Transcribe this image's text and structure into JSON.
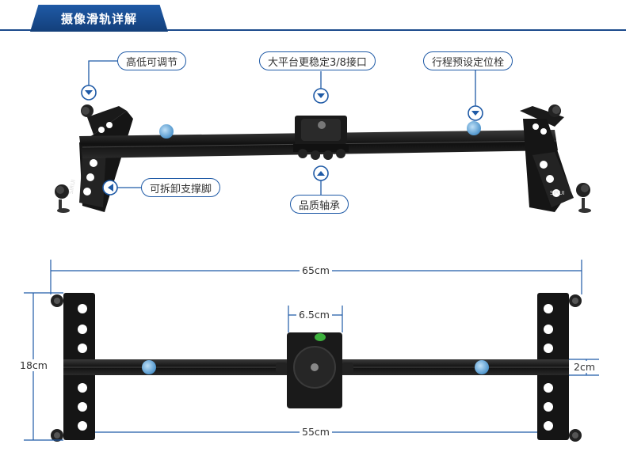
{
  "header": {
    "title": "摄像滑轨详解"
  },
  "callouts": {
    "adjust_height": "高低可调节",
    "large_platform": "大平台更稳定3/8接口",
    "travel_preset": "行程预设定位栓",
    "detachable_legs": "可拆卸支撑脚",
    "quality_bearing": "品质轴承"
  },
  "brand": {
    "logo": "SIRUI"
  },
  "dimensions": {
    "total_length": "65cm",
    "platform_width": "6.5cm",
    "leg_height": "18cm",
    "rail_width": "2cm",
    "inner_length": "55cm"
  },
  "colors": {
    "accent": "#1f5aa6",
    "product": "#1a1a1a",
    "knob": "#6aaee0"
  }
}
